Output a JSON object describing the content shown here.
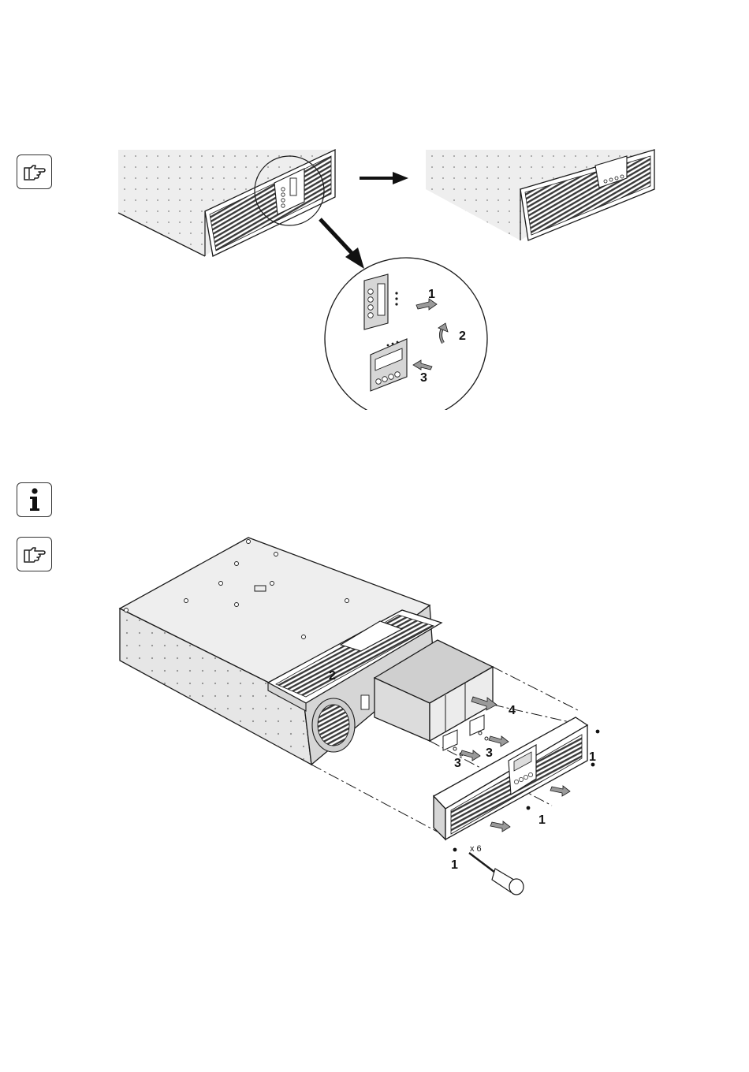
{
  "icons": {
    "step1": "pointing-hand-icon",
    "info": "info-icon",
    "step2": "pointing-hand-icon"
  },
  "figure1": {
    "callouts": [
      "1",
      "2",
      "3"
    ]
  },
  "figure2": {
    "callouts": {
      "cover": "2",
      "battery": "4",
      "bracket_a": "3",
      "bracket_b": "3",
      "screws_right": "1",
      "screws_front": "1",
      "screws_bottom": "1",
      "screw_count": "x 6"
    }
  },
  "colors": {
    "line": "#1a1a1a",
    "unit_light": "#eeeeee",
    "unit_shade": "#d6d6d6",
    "grille": "#3a3a3a"
  }
}
